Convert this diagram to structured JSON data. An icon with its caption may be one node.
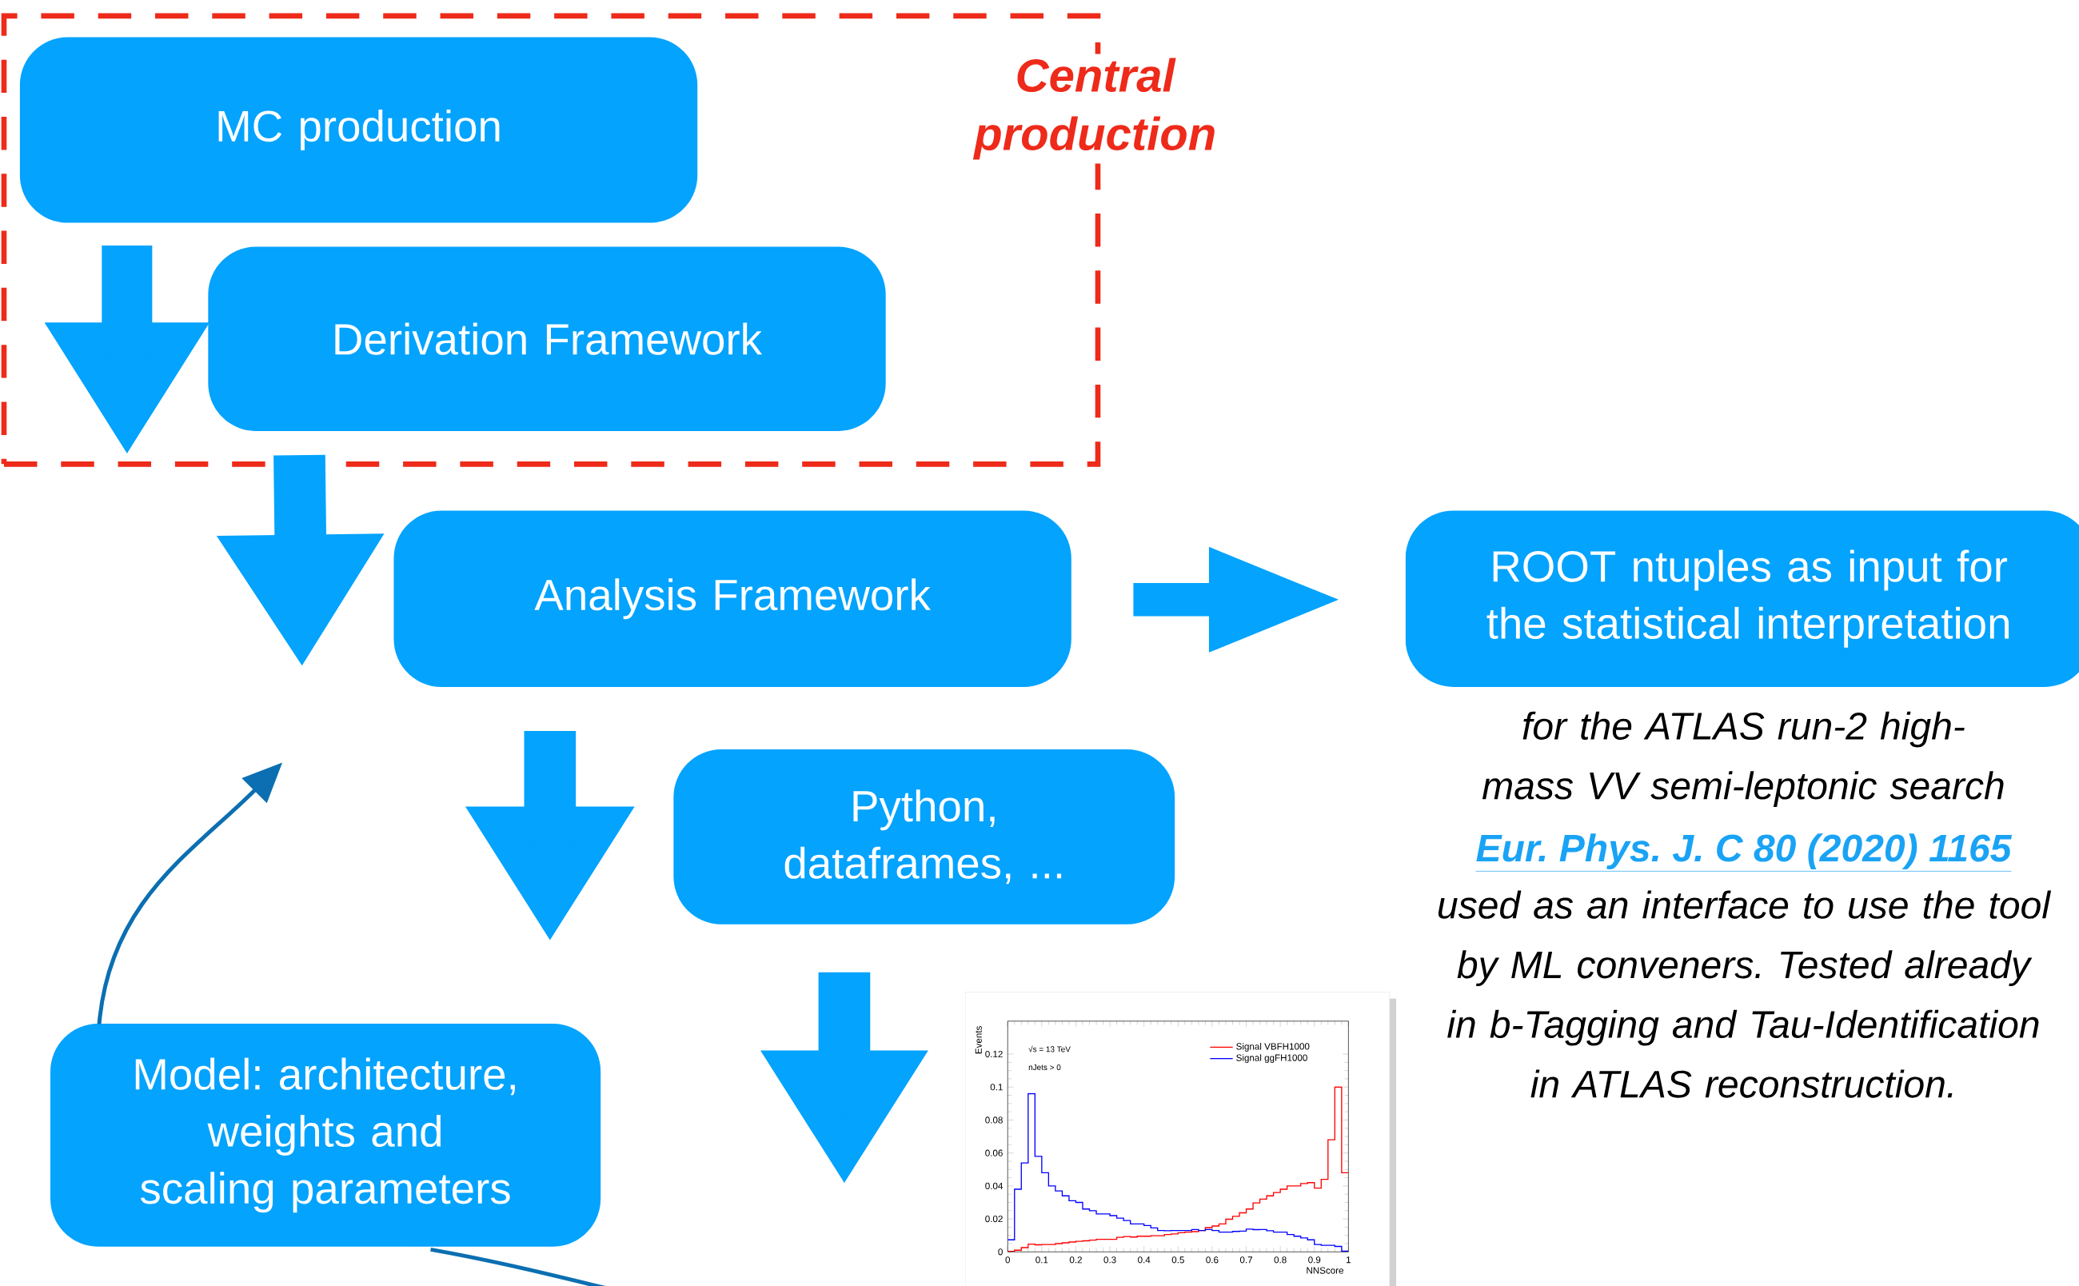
{
  "diagram": {
    "nodes": [
      {
        "text": [
          "Central production"
        ]
      },
      {
        "text": [
          "MC production"
        ],
        "in": 0
      },
      {
        "text": [
          "Derivation Framework"
        ],
        "in": 0
      },
      {
        "text": [
          "Analysis Framework"
        ]
      },
      {
        "text": [
          "ROOT ntuples as input for the statistical interpretation"
        ]
      },
      {
        "text": [
          "Python, dataframes, ..."
        ]
      },
      {
        "text": [],
        "shape": "picture"
      },
      {
        "text": [
          "Model: architecture, weights and scaling parameters"
        ]
      }
    ],
    "edges": [
      {
        "from": 1,
        "to": 2,
        "arrow": "to"
      },
      {
        "from": 2,
        "to": 3,
        "arrow": "to"
      },
      {
        "from": 3,
        "to": 4,
        "arrow": "to"
      },
      {
        "from": 3,
        "to": 5,
        "arrow": "to"
      },
      {
        "from": 5,
        "to": 6,
        "arrow": "to"
      },
      {
        "from": 7,
        "to": null,
        "arrow": "to",
        "color": "#0b6fb1"
      },
      {
        "from": 6,
        "to": 7,
        "arrow": "none",
        "color": "#0b6fb1"
      }
    ],
    "labels": [
      "for the ATLAS run-2 high-mass VV semi-leptonic search",
      "Eur. Phys. J. C 80 (2020) 1165",
      "used as an interface to use the tool by ML conveners. Tested already in b-Tagging and Tau-Identification in ATLAS reconstruction."
    ],
    "chart_data": {
      "type": "line",
      "xlabel": "NNScore",
      "ylabel": "Events",
      "x": [
        0,
        0.02,
        0.02,
        0.04,
        0.04,
        0.06,
        0.06,
        0.08,
        0.08,
        0.1,
        0.1,
        0.12,
        0.12,
        0.14,
        0.14,
        0.16,
        0.16,
        0.18,
        0.18,
        0.2,
        0.2,
        0.22,
        0.22,
        0.24,
        0.24,
        0.26,
        0.26,
        0.28,
        0.28,
        0.3,
        0.3,
        0.32,
        0.32,
        0.34,
        0.34,
        0.36,
        0.36,
        0.38,
        0.38,
        0.4,
        0.4,
        0.42,
        0.42,
        0.44,
        0.44,
        0.46,
        0.46,
        0.48,
        0.48,
        0.5,
        0.5,
        0.52,
        0.52,
        0.54,
        0.54,
        0.56,
        0.56,
        0.58,
        0.58,
        0.6,
        0.6,
        0.62,
        0.62,
        0.64,
        0.64,
        0.66,
        0.66,
        0.68,
        0.68,
        0.7,
        0.7,
        0.72,
        0.72,
        0.74,
        0.74,
        0.76,
        0.76,
        0.78,
        0.78,
        0.8,
        0.8,
        0.82,
        0.82,
        0.84,
        0.84,
        0.86,
        0.86,
        0.88,
        0.88,
        0.9,
        0.9,
        0.92,
        0.92,
        0.94,
        0.94,
        0.96,
        0.96,
        0.98,
        0.98,
        1
      ],
      "series": [
        {
          "name": "Signal VBFH1000",
          "color": "#ff0000",
          "values": [
            0.0003,
            0.0003,
            0.001,
            0.001,
            0.0026,
            0.0026,
            0.0047,
            0.0047,
            0.0043,
            0.0043,
            0.0045,
            0.0045,
            0.0045,
            0.0045,
            0.005,
            0.005,
            0.0055,
            0.0055,
            0.006,
            0.006,
            0.0064,
            0.0064,
            0.0067,
            0.0067,
            0.0071,
            0.0071,
            0.0076,
            0.0076,
            0.0076,
            0.0076,
            0.0076,
            0.0076,
            0.0088,
            0.0088,
            0.0093,
            0.0093,
            0.009,
            0.009,
            0.0095,
            0.0095,
            0.0095,
            0.0095,
            0.0098,
            0.0098,
            0.0098,
            0.0098,
            0.0105,
            0.0105,
            0.0109,
            0.0109,
            0.0116,
            0.0116,
            0.012,
            0.012,
            0.0123,
            0.0123,
            0.013,
            0.013,
            0.0147,
            0.0147,
            0.0157,
            0.0157,
            0.017,
            0.017,
            0.0198,
            0.0198,
            0.0216,
            0.0216,
            0.0237,
            0.0237,
            0.026,
            0.026,
            0.0297,
            0.0297,
            0.032,
            0.032,
            0.034,
            0.034,
            0.036,
            0.036,
            0.038,
            0.038,
            0.04,
            0.04,
            0.04,
            0.04,
            0.0415,
            0.0415,
            0.042,
            0.042,
            0.0387,
            0.0387,
            0.044,
            0.044,
            0.068,
            0.068,
            0.1,
            0.1,
            0.048,
            0.048
          ]
        },
        {
          "name": "Signal ggFH1000",
          "color": "#0000ff",
          "values": [
            0.0073,
            0.0073,
            0.038,
            0.038,
            0.054,
            0.054,
            0.096,
            0.096,
            0.058,
            0.058,
            0.048,
            0.048,
            0.04,
            0.04,
            0.037,
            0.037,
            0.034,
            0.034,
            0.031,
            0.031,
            0.03,
            0.03,
            0.026,
            0.026,
            0.025,
            0.025,
            0.023,
            0.023,
            0.023,
            0.023,
            0.022,
            0.022,
            0.0205,
            0.0205,
            0.019,
            0.019,
            0.017,
            0.017,
            0.017,
            0.017,
            0.016,
            0.016,
            0.0145,
            0.0145,
            0.013,
            0.013,
            0.0128,
            0.0128,
            0.013,
            0.013,
            0.013,
            0.013,
            0.013,
            0.013,
            0.0136,
            0.0136,
            0.013,
            0.013,
            0.0136,
            0.0136,
            0.013,
            0.013,
            0.012,
            0.012,
            0.012,
            0.012,
            0.0124,
            0.0124,
            0.0126,
            0.0126,
            0.0138,
            0.0138,
            0.0135,
            0.0135,
            0.0136,
            0.0136,
            0.0128,
            0.0128,
            0.012,
            0.012,
            0.012,
            0.012,
            0.0105,
            0.0105,
            0.0095,
            0.0095,
            0.0085,
            0.0085,
            0.0073,
            0.0073,
            0.0045,
            0.0045,
            0.004,
            0.004,
            0.004,
            0.004,
            0.0033,
            0.0033,
            0.0005,
            0.0005
          ]
        }
      ],
      "xlim": [
        0,
        1
      ],
      "ylim": [
        0,
        0.14
      ],
      "xticks": [
        0,
        0.1,
        0.2,
        0.3,
        0.4,
        0.5,
        0.6,
        0.7,
        0.8,
        0.9,
        1
      ],
      "yticks": [
        0,
        0.02,
        0.04,
        0.06,
        0.08,
        0.1,
        0.12
      ],
      "legend": "upper right",
      "annotations": [
        "√s = 13 TeV",
        "nJets > 0"
      ]
    }
  }
}
